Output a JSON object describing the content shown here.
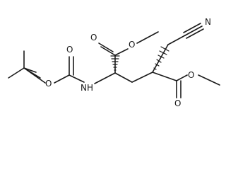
{
  "atom_labels": {
    "carbamate_ester_oxygen": "O",
    "carbamate_carbonyl_oxygen": "O",
    "amide_nh": "NH",
    "ester1_carbonyl_oxygen": "O",
    "ester1_methoxy_oxygen": "O",
    "nitrile_nitrogen": "N",
    "ester2_methoxy_oxygen": "O",
    "ester2_carbonyl_oxygen": "O"
  }
}
